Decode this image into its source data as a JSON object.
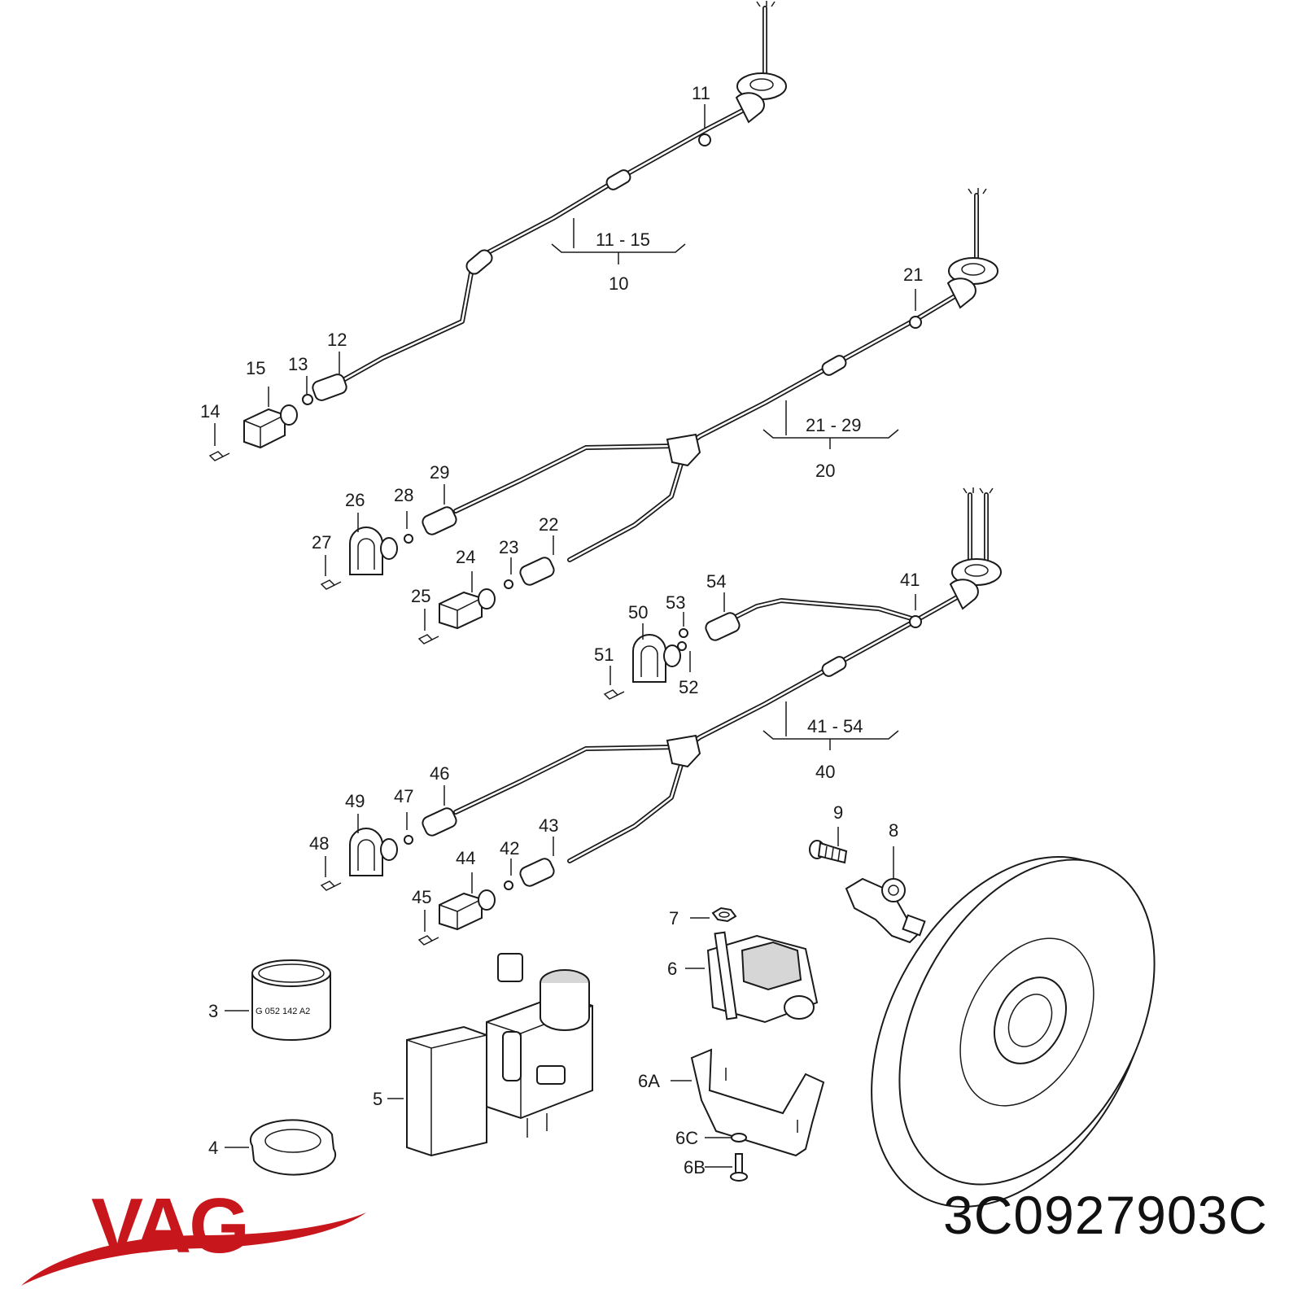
{
  "diagram": {
    "callouts": [
      {
        "id": "c11",
        "text": "11"
      },
      {
        "id": "c12",
        "text": "12"
      },
      {
        "id": "c13",
        "text": "13"
      },
      {
        "id": "c14",
        "text": "14"
      },
      {
        "id": "c15",
        "text": "15"
      },
      {
        "id": "r10",
        "text": "11 - 15"
      },
      {
        "id": "g10",
        "text": "10"
      },
      {
        "id": "c21",
        "text": "21"
      },
      {
        "id": "r20",
        "text": "21 - 29"
      },
      {
        "id": "g20",
        "text": "20"
      },
      {
        "id": "c22",
        "text": "22"
      },
      {
        "id": "c23",
        "text": "23"
      },
      {
        "id": "c24",
        "text": "24"
      },
      {
        "id": "c25",
        "text": "25"
      },
      {
        "id": "c26",
        "text": "26"
      },
      {
        "id": "c27",
        "text": "27"
      },
      {
        "id": "c28",
        "text": "28"
      },
      {
        "id": "c29",
        "text": "29"
      },
      {
        "id": "c41",
        "text": "41"
      },
      {
        "id": "c50",
        "text": "50"
      },
      {
        "id": "c51",
        "text": "51"
      },
      {
        "id": "c52",
        "text": "52"
      },
      {
        "id": "c53",
        "text": "53"
      },
      {
        "id": "c54",
        "text": "54"
      },
      {
        "id": "r40",
        "text": "41 - 54"
      },
      {
        "id": "g40",
        "text": "40"
      },
      {
        "id": "c42",
        "text": "42"
      },
      {
        "id": "c43",
        "text": "43"
      },
      {
        "id": "c44",
        "text": "44"
      },
      {
        "id": "c45",
        "text": "45"
      },
      {
        "id": "c46",
        "text": "46"
      },
      {
        "id": "c47",
        "text": "47"
      },
      {
        "id": "c48",
        "text": "48"
      },
      {
        "id": "c49",
        "text": "49"
      },
      {
        "id": "c9",
        "text": "9"
      },
      {
        "id": "c8",
        "text": "8"
      },
      {
        "id": "c7",
        "text": "7"
      },
      {
        "id": "c6",
        "text": "6"
      },
      {
        "id": "c6A",
        "text": "6A"
      },
      {
        "id": "c6C",
        "text": "6C"
      },
      {
        "id": "c6B",
        "text": "6B"
      },
      {
        "id": "c3",
        "text": "3"
      },
      {
        "id": "c4",
        "text": "4"
      },
      {
        "id": "c5",
        "text": "5"
      }
    ],
    "ring_marking": "G 052 142 A2"
  },
  "branding": {
    "logo_text": "VAG",
    "logo_color": "#c8161d",
    "part_number": "3C0927903C"
  }
}
